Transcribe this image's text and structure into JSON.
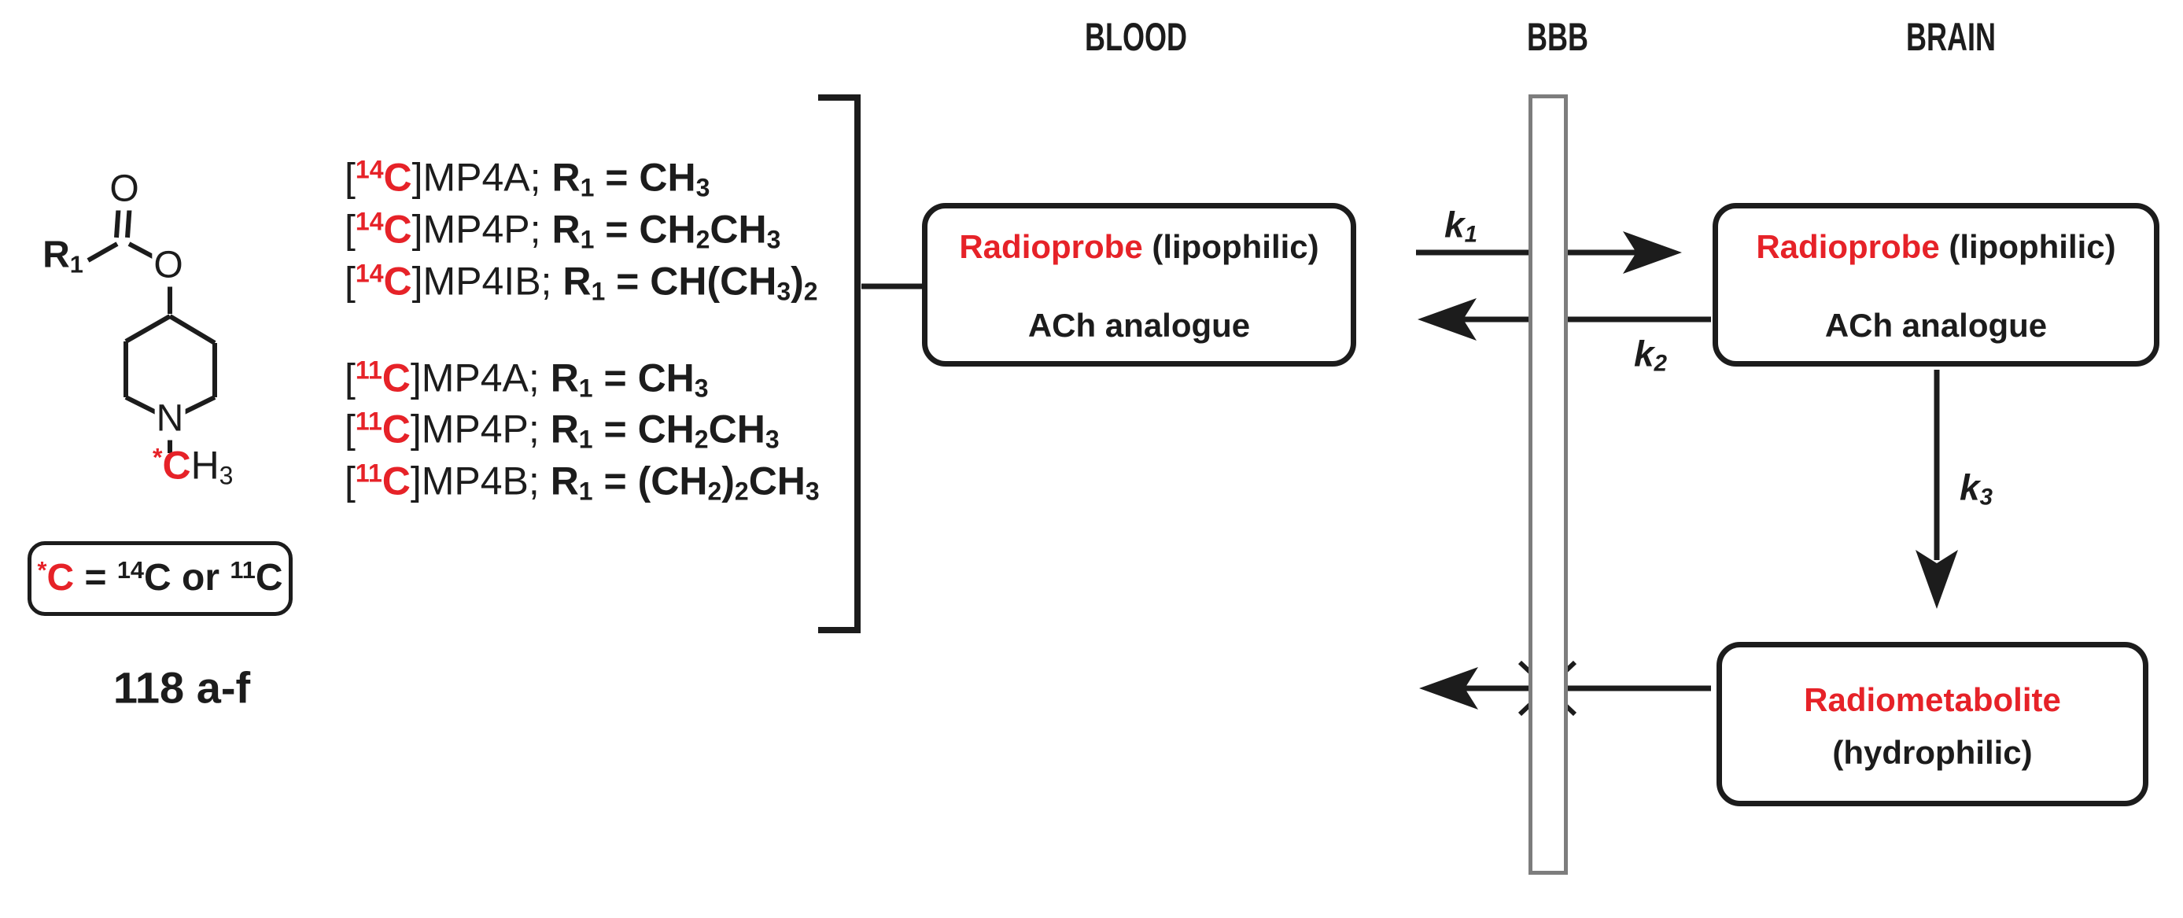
{
  "colors": {
    "red": "#e62228",
    "ink": "#1c1c1c",
    "bar_gray": "#7d7d7d"
  },
  "headers": {
    "blood": "BLOOD",
    "bbb": "BBB",
    "brain": "BRAIN"
  },
  "molecule": {
    "carbonyl_o": "O",
    "ester_o": "O",
    "ring_n": "N",
    "r1_label": [
      {
        "t": "R",
        "s": "b"
      },
      {
        "t": "1",
        "s": "bsub"
      }
    ],
    "n_methyl_label": [
      {
        "t": "*",
        "s": "rbsup"
      },
      {
        "t": "C",
        "s": "rb"
      },
      {
        "t": "H",
        "s": "n"
      },
      {
        "t": "3",
        "s": "nsub"
      }
    ]
  },
  "compound_lines": [
    [
      {
        "t": "[",
        "s": "n"
      },
      {
        "t": "14",
        "s": "rbsup"
      },
      {
        "t": "C",
        "s": "rb"
      },
      {
        "t": "]MP4A; ",
        "s": "n"
      },
      {
        "t": "R",
        "s": "b"
      },
      {
        "t": "1",
        "s": "bsub"
      },
      {
        "t": " = CH",
        "s": "b"
      },
      {
        "t": "3",
        "s": "bsub"
      }
    ],
    [
      {
        "t": "[",
        "s": "n"
      },
      {
        "t": "14",
        "s": "rbsup"
      },
      {
        "t": "C",
        "s": "rb"
      },
      {
        "t": "]MP4P; ",
        "s": "n"
      },
      {
        "t": "R",
        "s": "b"
      },
      {
        "t": "1",
        "s": "bsub"
      },
      {
        "t": " = CH",
        "s": "b"
      },
      {
        "t": "2",
        "s": "bsub"
      },
      {
        "t": "CH",
        "s": "b"
      },
      {
        "t": "3",
        "s": "bsub"
      }
    ],
    [
      {
        "t": "[",
        "s": "n"
      },
      {
        "t": "14",
        "s": "rbsup"
      },
      {
        "t": "C",
        "s": "rb"
      },
      {
        "t": "]MP4IB; ",
        "s": "n"
      },
      {
        "t": "R",
        "s": "b"
      },
      {
        "t": "1",
        "s": "bsub"
      },
      {
        "t": " = CH(CH",
        "s": "b"
      },
      {
        "t": "3",
        "s": "bsub"
      },
      {
        "t": ")",
        "s": "b"
      },
      {
        "t": "2",
        "s": "bsub"
      }
    ],
    [
      {
        "t": "[",
        "s": "n"
      },
      {
        "t": "11",
        "s": "rbsup"
      },
      {
        "t": "C",
        "s": "rb"
      },
      {
        "t": "]MP4A; ",
        "s": "n"
      },
      {
        "t": "R",
        "s": "b"
      },
      {
        "t": "1",
        "s": "bsub"
      },
      {
        "t": " = CH",
        "s": "b"
      },
      {
        "t": "3",
        "s": "bsub"
      }
    ],
    [
      {
        "t": "[",
        "s": "n"
      },
      {
        "t": "11",
        "s": "rbsup"
      },
      {
        "t": "C",
        "s": "rb"
      },
      {
        "t": "]MP4P; ",
        "s": "n"
      },
      {
        "t": "R",
        "s": "b"
      },
      {
        "t": "1",
        "s": "bsub"
      },
      {
        "t": " = CH",
        "s": "b"
      },
      {
        "t": "2",
        "s": "bsub"
      },
      {
        "t": "CH",
        "s": "b"
      },
      {
        "t": "3",
        "s": "bsub"
      }
    ],
    [
      {
        "t": "[",
        "s": "n"
      },
      {
        "t": "11",
        "s": "rbsup"
      },
      {
        "t": "C",
        "s": "rb"
      },
      {
        "t": "]MP4B; ",
        "s": "n"
      },
      {
        "t": "R",
        "s": "b"
      },
      {
        "t": "1",
        "s": "bsub"
      },
      {
        "t": " = (CH",
        "s": "b"
      },
      {
        "t": "2",
        "s": "bsub"
      },
      {
        "t": ")",
        "s": "b"
      },
      {
        "t": "2",
        "s": "bsub"
      },
      {
        "t": "CH",
        "s": "b"
      },
      {
        "t": "3",
        "s": "bsub"
      }
    ]
  ],
  "legend": [
    {
      "t": "*",
      "s": "rbsup"
    },
    {
      "t": "C",
      "s": "rb"
    },
    {
      "t": " = ",
      "s": "b"
    },
    {
      "t": "14",
      "s": "bsup"
    },
    {
      "t": "C or ",
      "s": "b"
    },
    {
      "t": "11",
      "s": "bsup"
    },
    {
      "t": "C",
      "s": "b"
    }
  ],
  "compound_number": "118 a-f",
  "scheme": {
    "blood_box": {
      "line1": [
        {
          "t": "Radioprobe",
          "s": "rb"
        },
        {
          "t": " (lipophilic)",
          "s": "b"
        }
      ],
      "line2": [
        {
          "t": "ACh analogue",
          "s": "b"
        }
      ]
    },
    "brain_box": {
      "line1": [
        {
          "t": "Radioprobe",
          "s": "rb"
        },
        {
          "t": " (lipophilic)",
          "s": "b"
        }
      ],
      "line2": [
        {
          "t": "ACh analogue",
          "s": "b"
        }
      ]
    },
    "metabolite_box": {
      "line1": [
        {
          "t": "Radiometabolite",
          "s": "rb"
        }
      ],
      "line2": [
        {
          "t": "(hydrophilic)",
          "s": "b"
        }
      ]
    },
    "rates": {
      "k1": [
        {
          "t": "k",
          "s": "b"
        },
        {
          "t": "1",
          "s": "bsub"
        }
      ],
      "k2": [
        {
          "t": "k",
          "s": "b"
        },
        {
          "t": "2",
          "s": "bsub"
        }
      ],
      "k3": [
        {
          "t": "k",
          "s": "b"
        },
        {
          "t": "3",
          "s": "bsub"
        }
      ]
    }
  }
}
